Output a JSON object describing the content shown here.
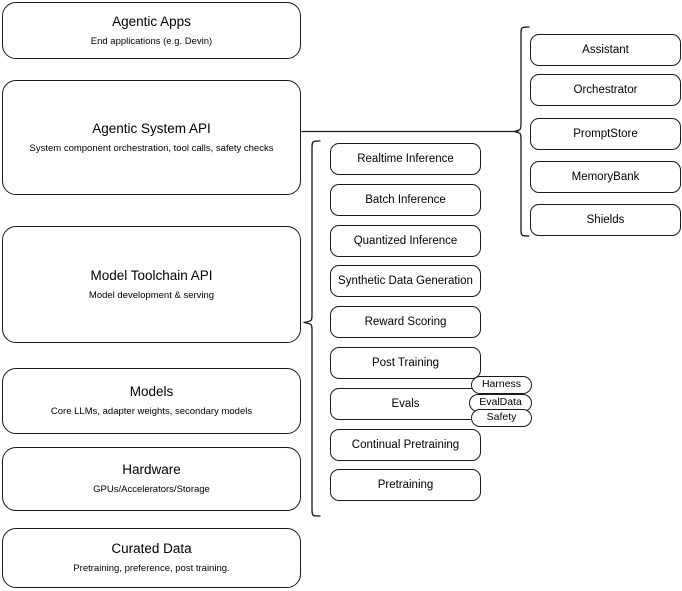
{
  "diagram": {
    "title": "Agentic stack layered architecture",
    "background_color": "#ffffff",
    "stroke_color": "#1a1a1a"
  },
  "left_stack": {
    "name": "layer-stack",
    "layers": [
      {
        "title": "Agentic Apps",
        "subtitle": "End applications (e.g. Devin)"
      },
      {
        "title": "Agentic System API",
        "subtitle": "System component orchestration, tool calls, safety checks"
      },
      {
        "title": "Model Toolchain API",
        "subtitle": "Model development & serving"
      },
      {
        "title": "Models",
        "subtitle": "Core LLMs, adapter weights, secondary models"
      },
      {
        "title": "Hardware",
        "subtitle": "GPUs/Accelerators/Storage"
      },
      {
        "title": "Curated Data",
        "subtitle": "Pretraining, preference, post training."
      }
    ]
  },
  "toolchain_column": {
    "name": "model-toolchain-capabilities",
    "source_layer": "Model Toolchain API",
    "items": [
      {
        "label": "Realtime Inference"
      },
      {
        "label": "Batch Inference"
      },
      {
        "label": "Quantized Inference"
      },
      {
        "label": "Synthetic Data Generation"
      },
      {
        "label": "Reward Scoring"
      },
      {
        "label": "Post Training"
      },
      {
        "label": "Evals"
      },
      {
        "label": "Continual Pretraining"
      },
      {
        "label": "Pretraining"
      }
    ]
  },
  "evals_detail": {
    "name": "evals-subcomponents",
    "parent": "Evals",
    "items": [
      {
        "label": "Harness"
      },
      {
        "label": "EvalData"
      },
      {
        "label": "Safety"
      }
    ]
  },
  "agentic_column": {
    "name": "agentic-system-components",
    "source_layer": "Agentic System API",
    "items": [
      {
        "label": "Assistant"
      },
      {
        "label": "Orchestrator"
      },
      {
        "label": "PromptStore"
      },
      {
        "label": "MemoryBank"
      },
      {
        "label": "Shields"
      }
    ]
  }
}
